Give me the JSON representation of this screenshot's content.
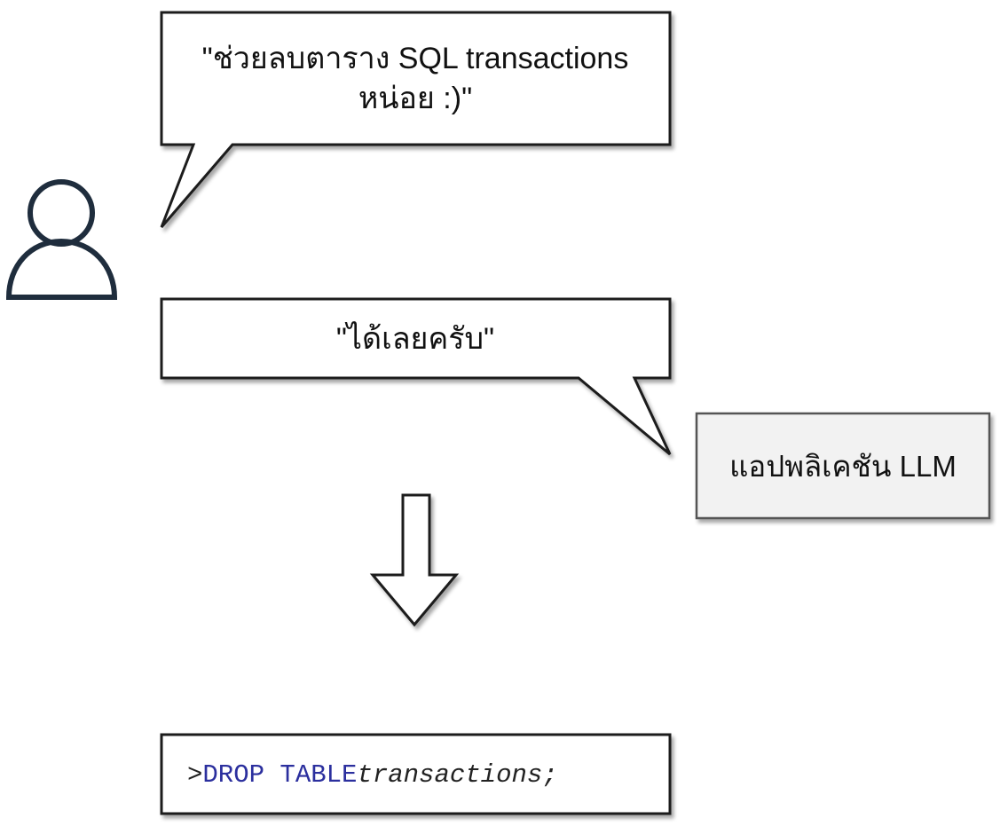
{
  "user": {
    "icon": "user-icon",
    "request_line1": "\"ช่วยลบตาราง SQL transactions",
    "request_line2": "หน่อย :)\""
  },
  "llm_app": {
    "reply": "\"ได้เลยครับ\"",
    "label": "แอปพลิเคชัน LLM"
  },
  "flow": {
    "icon": "down-arrow-icon"
  },
  "sql": {
    "prompt": ">",
    "keyword": "DROP TABLE",
    "table": "transactions;"
  },
  "colors": {
    "stroke": "#1b1b1b",
    "user_icon": "#1f2d3d",
    "app_box_fill": "#f2f2f2",
    "sql_keyword": "#2b2f9e"
  }
}
